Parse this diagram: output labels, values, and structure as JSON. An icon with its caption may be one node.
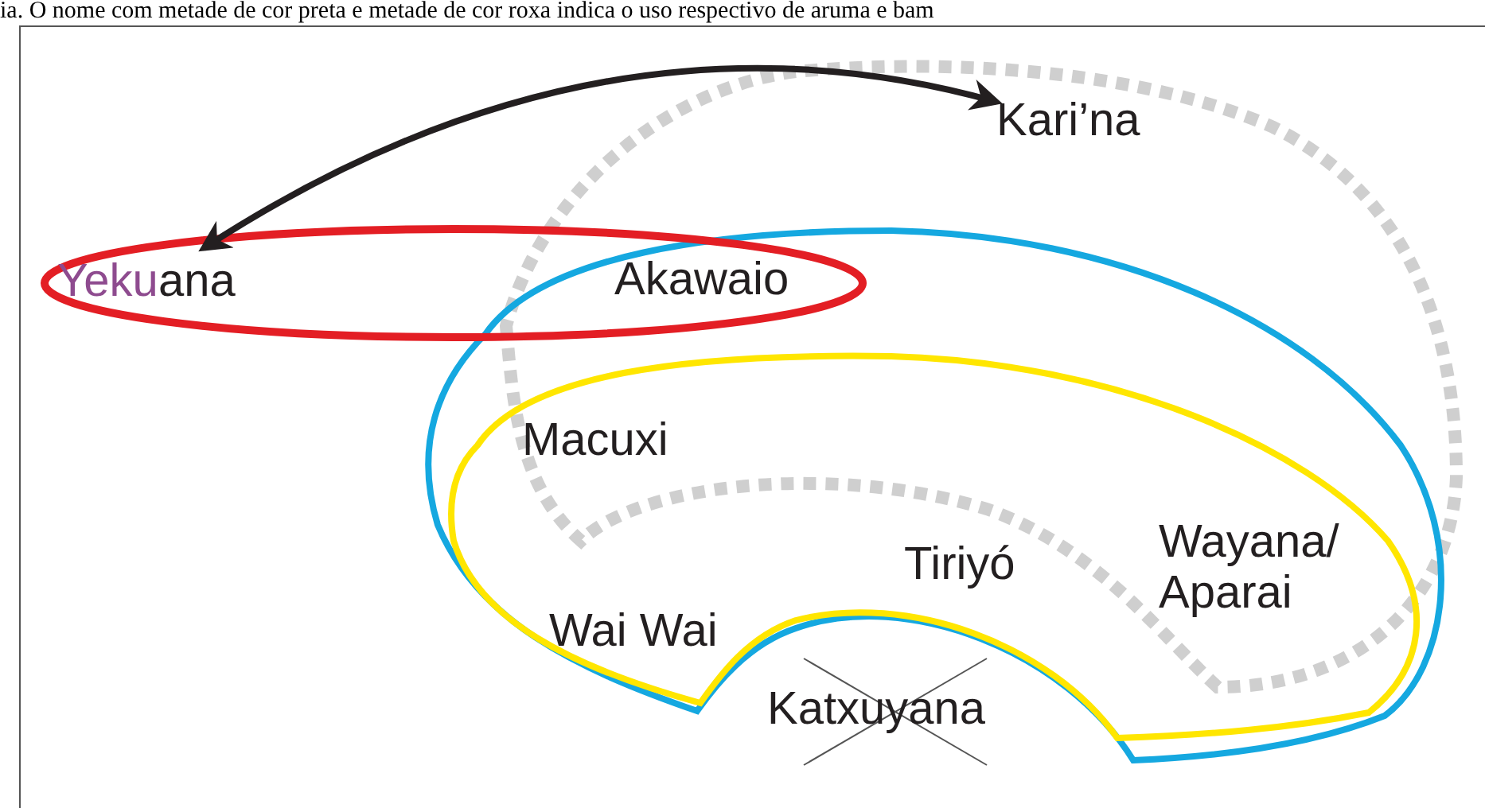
{
  "diagram": {
    "caption": "ia. O nome com metade de cor preta e metade de cor roxa indica o uso respectivo de aruma e bam",
    "nodes": [
      {
        "text": [
          "Kari’na"
        ]
      },
      {
        "text": [
          "Yekuana"
        ]
      },
      {
        "text": [
          "Akawaio"
        ]
      },
      {
        "text": [
          "Macuxi"
        ]
      },
      {
        "text": [
          "Tiriyó"
        ]
      },
      {
        "text": [
          "Wayana/ Aparai"
        ]
      },
      {
        "text": [
          "Wai Wai"
        ]
      },
      {
        "text": [
          "Katxuyana"
        ]
      }
    ],
    "edges": [
      {
        "from": 1,
        "to": 0,
        "arrow": "both"
      }
    ]
  }
}
